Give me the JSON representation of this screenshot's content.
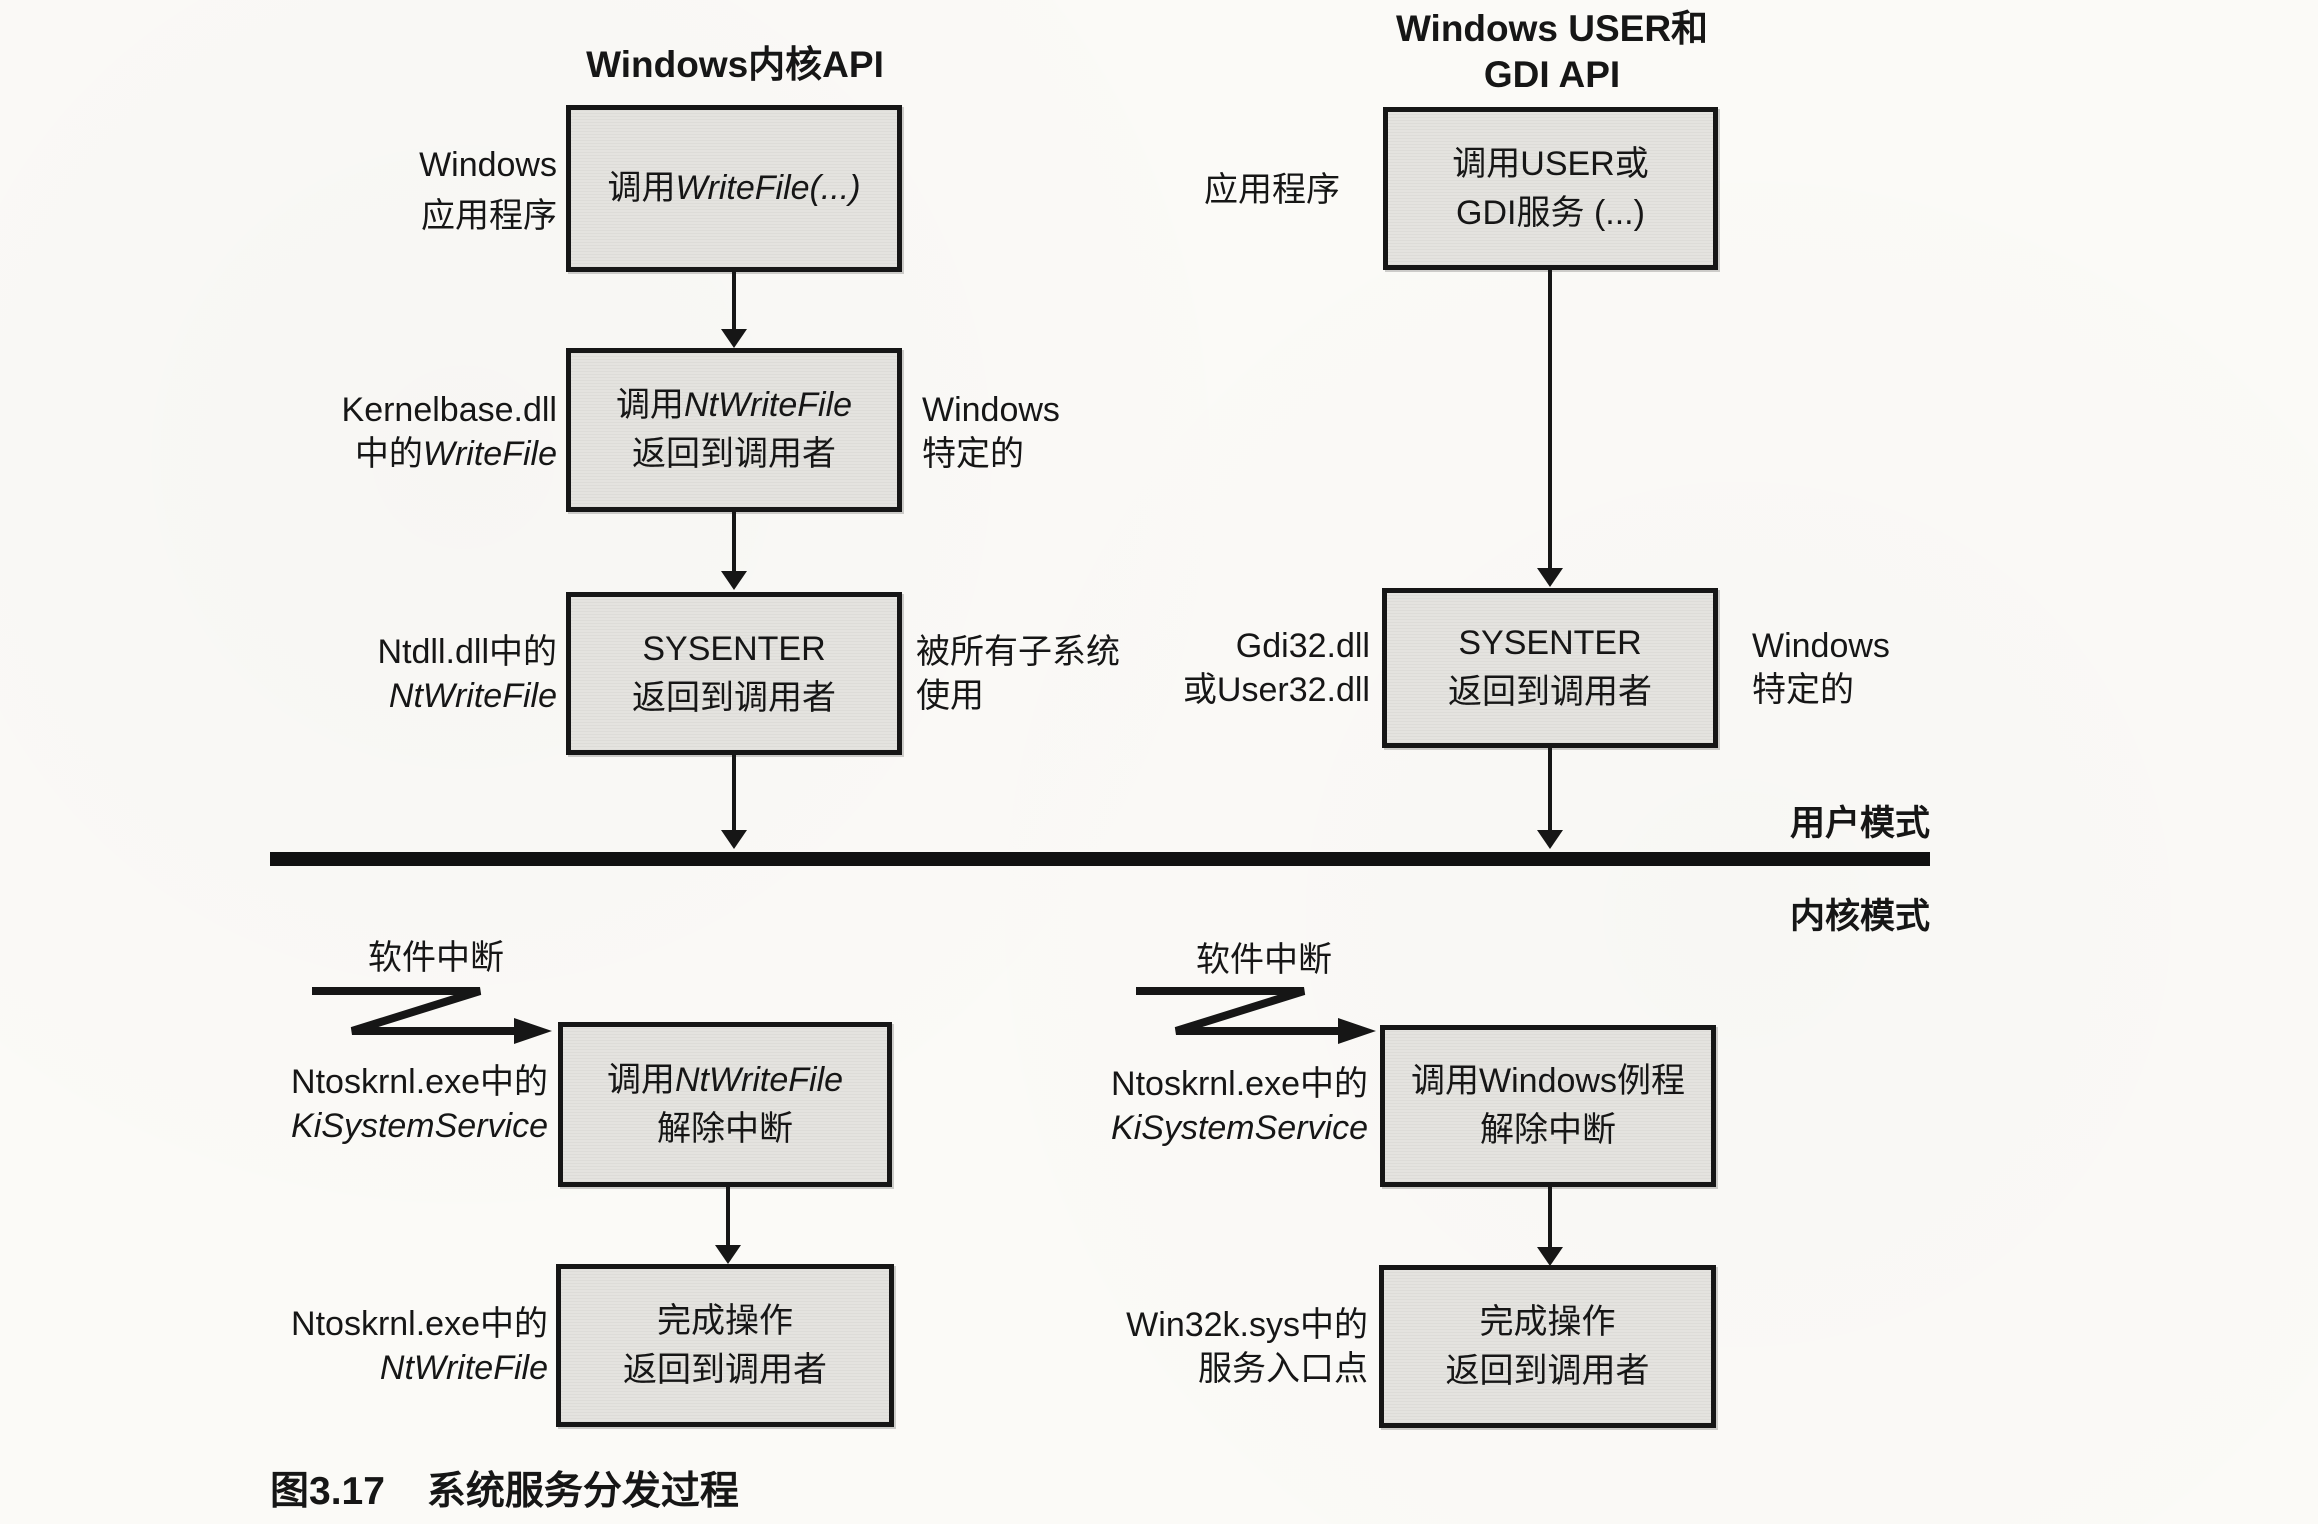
{
  "figure": {
    "left": {
      "title": "Windows内核API",
      "app1": "Windows",
      "app2": "应用程序",
      "b1_pre": "调用",
      "b1_it": "WriteFile(...)",
      "b2_l1_pre": "调用",
      "b2_l1_it": "NtWriteFile",
      "b2_l2": "返回到调用者",
      "b2_lab1": "Kernelbase.dll",
      "b2_lab2_pre": "中的",
      "b2_lab2_it": "WriteFile",
      "b2_note1": "Windows",
      "b2_note2": "特定的",
      "b3_l1": "SYSENTER",
      "b3_l2": "返回到调用者",
      "b3_lab1": "Ntdll.dll中的",
      "b3_lab2_it": "NtWriteFile",
      "b3_note1": "被所有子系统",
      "b3_note2": "使用",
      "interrupt": "软件中断",
      "b4_l1_pre": "调用",
      "b4_l1_it": "NtWriteFile",
      "b4_l2": "解除中断",
      "b4_lab1": "Ntoskrnl.exe中的",
      "b4_lab2_it": "KiSystemService",
      "b5_l1": "完成操作",
      "b5_l2": "返回到调用者",
      "b5_lab1": "Ntoskrnl.exe中的",
      "b5_lab2_it": "NtWriteFile"
    },
    "right": {
      "title1": "Windows USER和",
      "title2": "GDI API",
      "app": "应用程序",
      "b1_l1": "调用USER或",
      "b1_l2": "GDI服务 (...)",
      "b2_l1": "SYSENTER",
      "b2_l2": "返回到调用者",
      "b2_lab1": "Gdi32.dll",
      "b2_lab2": "或User32.dll",
      "b2_note1": "Windows",
      "b2_note2": "特定的",
      "interrupt": "软件中断",
      "b4_l1": "调用Windows例程",
      "b4_l2": "解除中断",
      "b4_lab1": "Ntoskrnl.exe中的",
      "b4_lab2_it": "KiSystemService",
      "b5_l1": "完成操作",
      "b5_l2": "返回到调用者",
      "b5_lab1": "Win32k.sys中的",
      "b5_lab2": "服务入口点"
    },
    "divider": {
      "user_mode": "用户模式",
      "kernel_mode": "内核模式"
    },
    "caption": {
      "number": "图3.17",
      "text": "系统服务分发过程"
    },
    "colors": {
      "background": "#fbfaf7",
      "box_fill": "#e4e3df",
      "ink": "#161616"
    }
  }
}
